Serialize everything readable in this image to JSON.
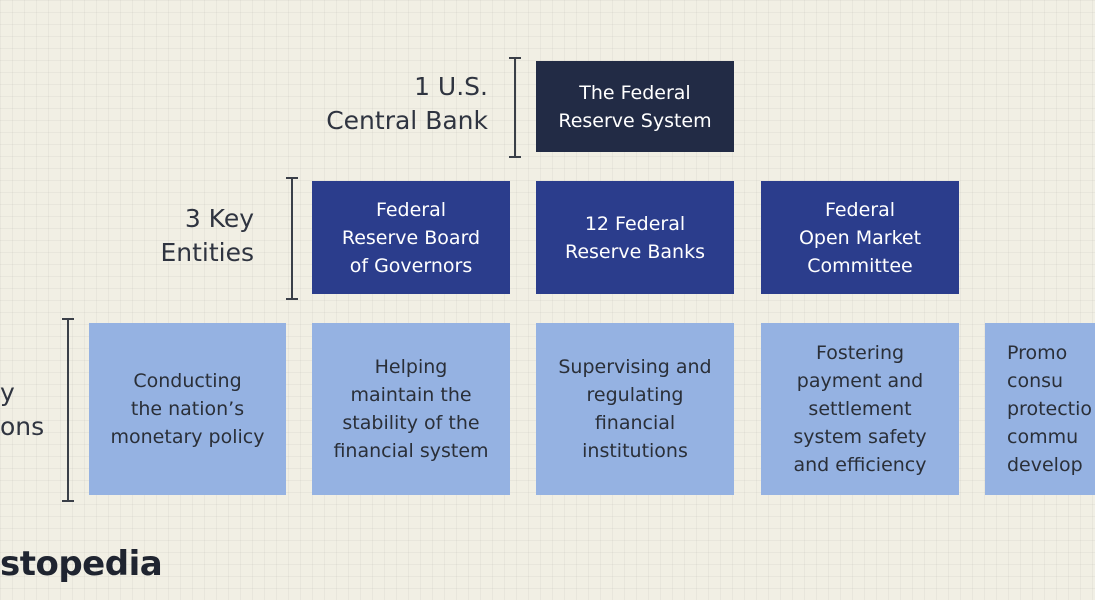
{
  "levels": {
    "central": {
      "label": "1 U.S.\nCentral Bank"
    },
    "entities": {
      "label": "3 Key\nEntities"
    },
    "functions": {
      "label": "y\nons"
    }
  },
  "boxes": {
    "top": "The Federal\nReserve System",
    "entities": [
      "Federal\nReserve Board\nof Governors",
      "12 Federal\nReserve Banks",
      "Federal\nOpen Market\nCommittee"
    ],
    "functions": [
      "Conducting\nthe nation’s\nmonetary policy",
      "Helping\nmaintain the\nstability of the\nfinancial system",
      "Supervising and\nregulating\nfinancial\ninstitutions",
      "Fostering\npayment and\nsettlement\nsystem safety\nand efficiency",
      "Promo\nconsu\nprotectio\ncommu\ndevelop"
    ]
  },
  "logo": "stopedia",
  "colors": {
    "top_box": "#222b45",
    "entity_box": "#2b3d8c",
    "function_box": "#95b2e2",
    "background": "#f1efe4"
  }
}
